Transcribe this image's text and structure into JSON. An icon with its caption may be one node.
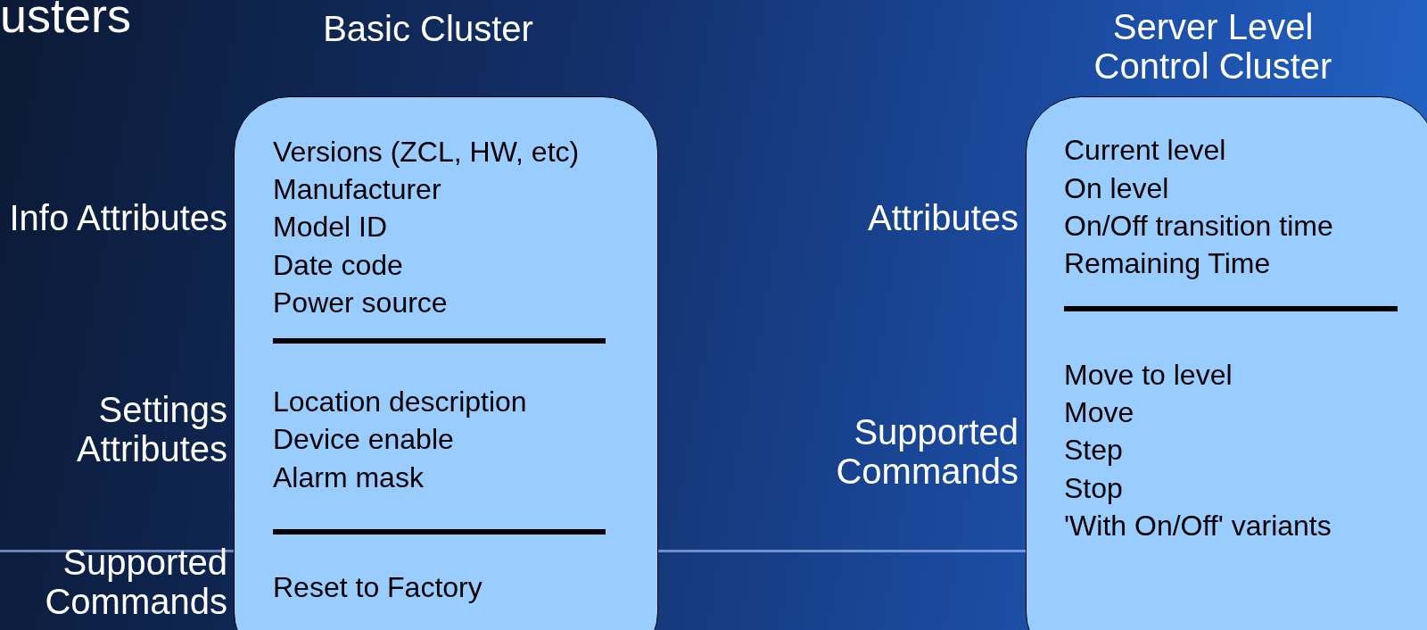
{
  "diagram": {
    "title": "usters",
    "nodes": [
      {
        "text": [
          "Basic Cluster",
          "Versions (ZCL, HW, etc)",
          "Manufacturer",
          "Model ID",
          "Date code",
          "Power source",
          "Location description",
          "Device enable",
          "Alarm mask",
          "Reset to Factory"
        ]
      },
      {
        "text": [
          "Server Level Control Cluster",
          "Current level",
          "On level",
          "On/Off transition time",
          "Remaining Time",
          "Move to level",
          "Move",
          "Step",
          "Stop",
          "'With On/Off' variants"
        ]
      }
    ],
    "edges": [],
    "labels": [
      "Info Attributes",
      "Settings Attributes",
      "Supported Commands",
      "Attributes",
      "Supported Commands"
    ]
  }
}
